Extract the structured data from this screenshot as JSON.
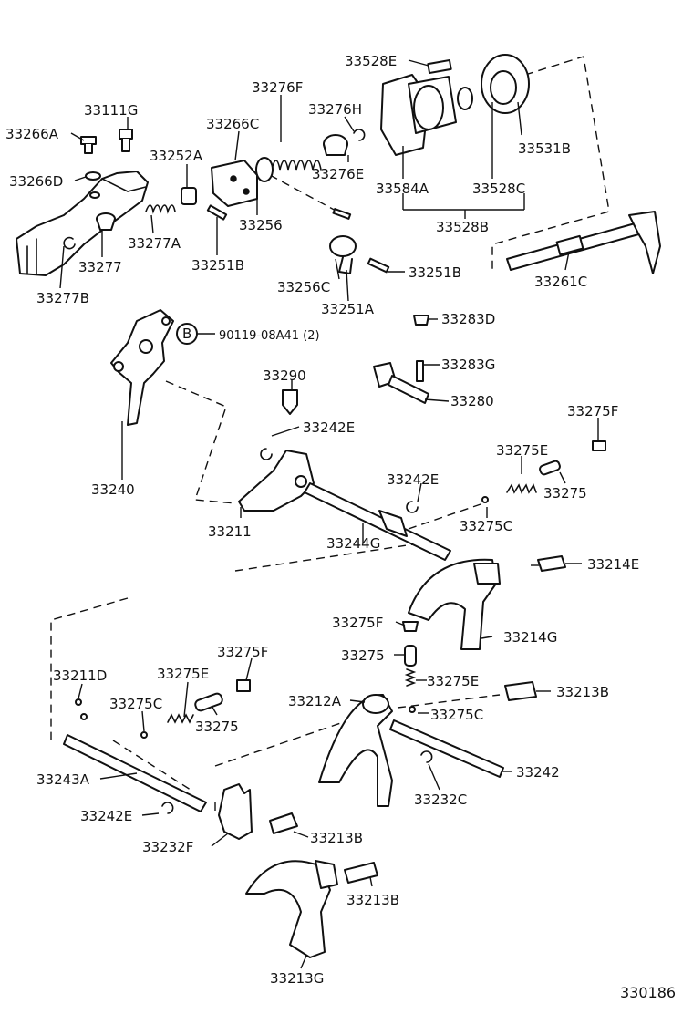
{
  "diagram_number": "330186",
  "callout": {
    "letter": "B",
    "text": "90119-08A41 (2)"
  },
  "labels": [
    {
      "id": "l01",
      "text": "33528E"
    },
    {
      "id": "l02",
      "text": "33276F"
    },
    {
      "id": "l03",
      "text": "33111G"
    },
    {
      "id": "l04",
      "text": "33266C"
    },
    {
      "id": "l05",
      "text": "33276H"
    },
    {
      "id": "l06",
      "text": "33266A"
    },
    {
      "id": "l07",
      "text": "33252A"
    },
    {
      "id": "l08",
      "text": "33531B"
    },
    {
      "id": "l09",
      "text": "33276E"
    },
    {
      "id": "l10",
      "text": "33266D"
    },
    {
      "id": "l11",
      "text": "33584A"
    },
    {
      "id": "l12",
      "text": "33528C"
    },
    {
      "id": "l13",
      "text": "33256"
    },
    {
      "id": "l14",
      "text": "33528B"
    },
    {
      "id": "l15",
      "text": "33277A"
    },
    {
      "id": "l16",
      "text": "33277"
    },
    {
      "id": "l17",
      "text": "33251B"
    },
    {
      "id": "l18",
      "text": "33251B"
    },
    {
      "id": "l19",
      "text": "33261C"
    },
    {
      "id": "l20",
      "text": "33256C"
    },
    {
      "id": "l21",
      "text": "33277B"
    },
    {
      "id": "l22",
      "text": "33251A"
    },
    {
      "id": "l23",
      "text": "33283D"
    },
    {
      "id": "l24",
      "text": "33283G"
    },
    {
      "id": "l25",
      "text": "33290"
    },
    {
      "id": "l26",
      "text": "33280"
    },
    {
      "id": "l27",
      "text": "33275F"
    },
    {
      "id": "l28",
      "text": "33242E"
    },
    {
      "id": "l29",
      "text": "33275E"
    },
    {
      "id": "l30",
      "text": "33240"
    },
    {
      "id": "l31",
      "text": "33242E"
    },
    {
      "id": "l32",
      "text": "33275"
    },
    {
      "id": "l33",
      "text": "33211"
    },
    {
      "id": "l34",
      "text": "33275C"
    },
    {
      "id": "l35",
      "text": "33244G"
    },
    {
      "id": "l36",
      "text": "33214E"
    },
    {
      "id": "l37",
      "text": "33275F"
    },
    {
      "id": "l38",
      "text": "33214G"
    },
    {
      "id": "l39",
      "text": "33275F"
    },
    {
      "id": "l40",
      "text": "33275"
    },
    {
      "id": "l41",
      "text": "33211D"
    },
    {
      "id": "l42",
      "text": "33275E"
    },
    {
      "id": "l43",
      "text": "33275E"
    },
    {
      "id": "l44",
      "text": "33212A"
    },
    {
      "id": "l45",
      "text": "33213B"
    },
    {
      "id": "l46",
      "text": "33275C"
    },
    {
      "id": "l47",
      "text": "33275C"
    },
    {
      "id": "l48",
      "text": "33275"
    },
    {
      "id": "l49",
      "text": "33243A"
    },
    {
      "id": "l50",
      "text": "33242"
    },
    {
      "id": "l51",
      "text": "33232C"
    },
    {
      "id": "l52",
      "text": "33242E"
    },
    {
      "id": "l53",
      "text": "33213B"
    },
    {
      "id": "l54",
      "text": "33232F"
    },
    {
      "id": "l55",
      "text": "33213B"
    },
    {
      "id": "l56",
      "text": "33213G"
    }
  ]
}
